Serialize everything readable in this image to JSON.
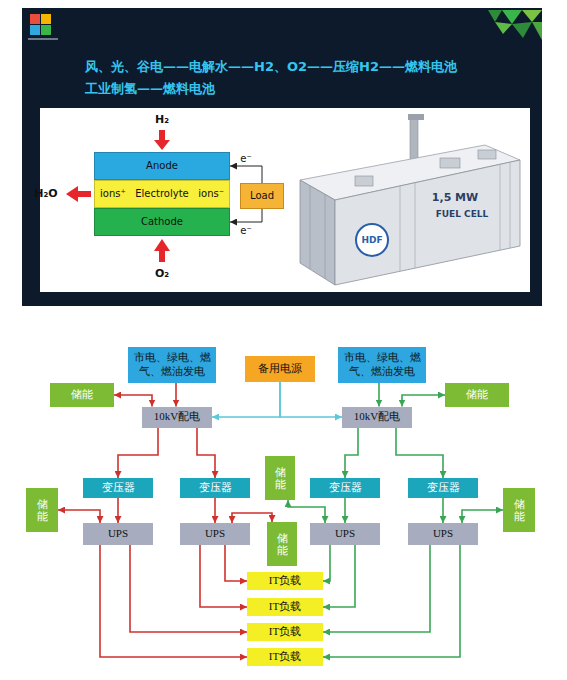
{
  "diagram": {
    "title": "风、光、谷电——电解水——H2、O2——压缩H2——燃料电池",
    "nodes": [
      {
        "text": [
          "Anode"
        ]
      },
      {
        "text": [
          "ions⁺",
          "Electrolyte",
          "ions⁻"
        ]
      },
      {
        "text": [
          "Cathode"
        ]
      },
      {
        "text": [
          "Load"
        ]
      },
      {
        "text": [
          "市电、绿电、燃气、燃油发电"
        ]
      },
      {
        "text": [
          "备用电源"
        ]
      },
      {
        "text": [
          "市电、绿电、燃气、燃油发电"
        ]
      },
      {
        "text": [
          "储能"
        ]
      },
      {
        "text": [
          "储能"
        ]
      },
      {
        "text": [
          "10kV配电"
        ]
      },
      {
        "text": [
          "10kV配电"
        ]
      },
      {
        "text": [
          "储能"
        ]
      },
      {
        "text": [
          "变压器"
        ]
      },
      {
        "text": [
          "变压器"
        ]
      },
      {
        "text": [
          "变压器"
        ]
      },
      {
        "text": [
          "变压器"
        ]
      },
      {
        "text": [
          "储能"
        ]
      },
      {
        "text": [
          "储能"
        ]
      },
      {
        "text": [
          "UPS"
        ]
      },
      {
        "text": [
          "UPS"
        ]
      },
      {
        "text": [
          "UPS"
        ]
      },
      {
        "text": [
          "UPS"
        ]
      },
      {
        "text": [
          "储能"
        ]
      },
      {
        "text": [
          "IT负载"
        ]
      },
      {
        "text": [
          "IT负载"
        ]
      },
      {
        "text": [
          "IT负载"
        ]
      },
      {
        "text": [
          "IT负载"
        ]
      }
    ],
    "edges": [
      {
        "from": 3,
        "to": 0,
        "arrow": "to",
        "label": "e⁻"
      },
      {
        "from": 3,
        "to": 2,
        "arrow": "to",
        "label": "e⁻"
      },
      {
        "from": 4,
        "to": 9,
        "arrow": "to"
      },
      {
        "from": 6,
        "to": 10,
        "arrow": "to"
      },
      {
        "from": 5,
        "to": 9,
        "arrow": "to"
      },
      {
        "from": 5,
        "to": 10,
        "arrow": "to"
      },
      {
        "from": 7,
        "to": 9,
        "arrow": "both"
      },
      {
        "from": 8,
        "to": 10,
        "arrow": "both"
      },
      {
        "from": 9,
        "to": 12,
        "arrow": "to"
      },
      {
        "from": 9,
        "to": 13,
        "arrow": "to"
      },
      {
        "from": 10,
        "to": 14,
        "arrow": "to"
      },
      {
        "from": 10,
        "to": 15,
        "arrow": "to"
      },
      {
        "from": 12,
        "to": 18,
        "arrow": "to"
      },
      {
        "from": 13,
        "to": 19,
        "arrow": "to"
      },
      {
        "from": 14,
        "to": 20,
        "arrow": "to"
      },
      {
        "from": 15,
        "to": 21,
        "arrow": "to"
      },
      {
        "from": 16,
        "to": 18,
        "arrow": "both"
      },
      {
        "from": 22,
        "to": 19,
        "arrow": "both"
      },
      {
        "from": 11,
        "to": 20,
        "arrow": "both"
      },
      {
        "from": 17,
        "to": 21,
        "arrow": "both"
      },
      {
        "from": 18,
        "to": 25,
        "arrow": "to"
      },
      {
        "from": 18,
        "to": 26,
        "arrow": "to"
      },
      {
        "from": 19,
        "to": 23,
        "arrow": "to"
      },
      {
        "from": 19,
        "to": 24,
        "arrow": "to"
      },
      {
        "from": 20,
        "to": 23,
        "arrow": "to"
      },
      {
        "from": 20,
        "to": 24,
        "arrow": "to"
      },
      {
        "from": 21,
        "to": 25,
        "arrow": "to"
      },
      {
        "from": 21,
        "to": 26,
        "arrow": "to"
      }
    ],
    "labels": [
      "工业制氢——燃料电池",
      "H₂",
      "O₂",
      "H₂O",
      "HDF",
      "1,5 MW",
      "FUEL CELL"
    ]
  }
}
